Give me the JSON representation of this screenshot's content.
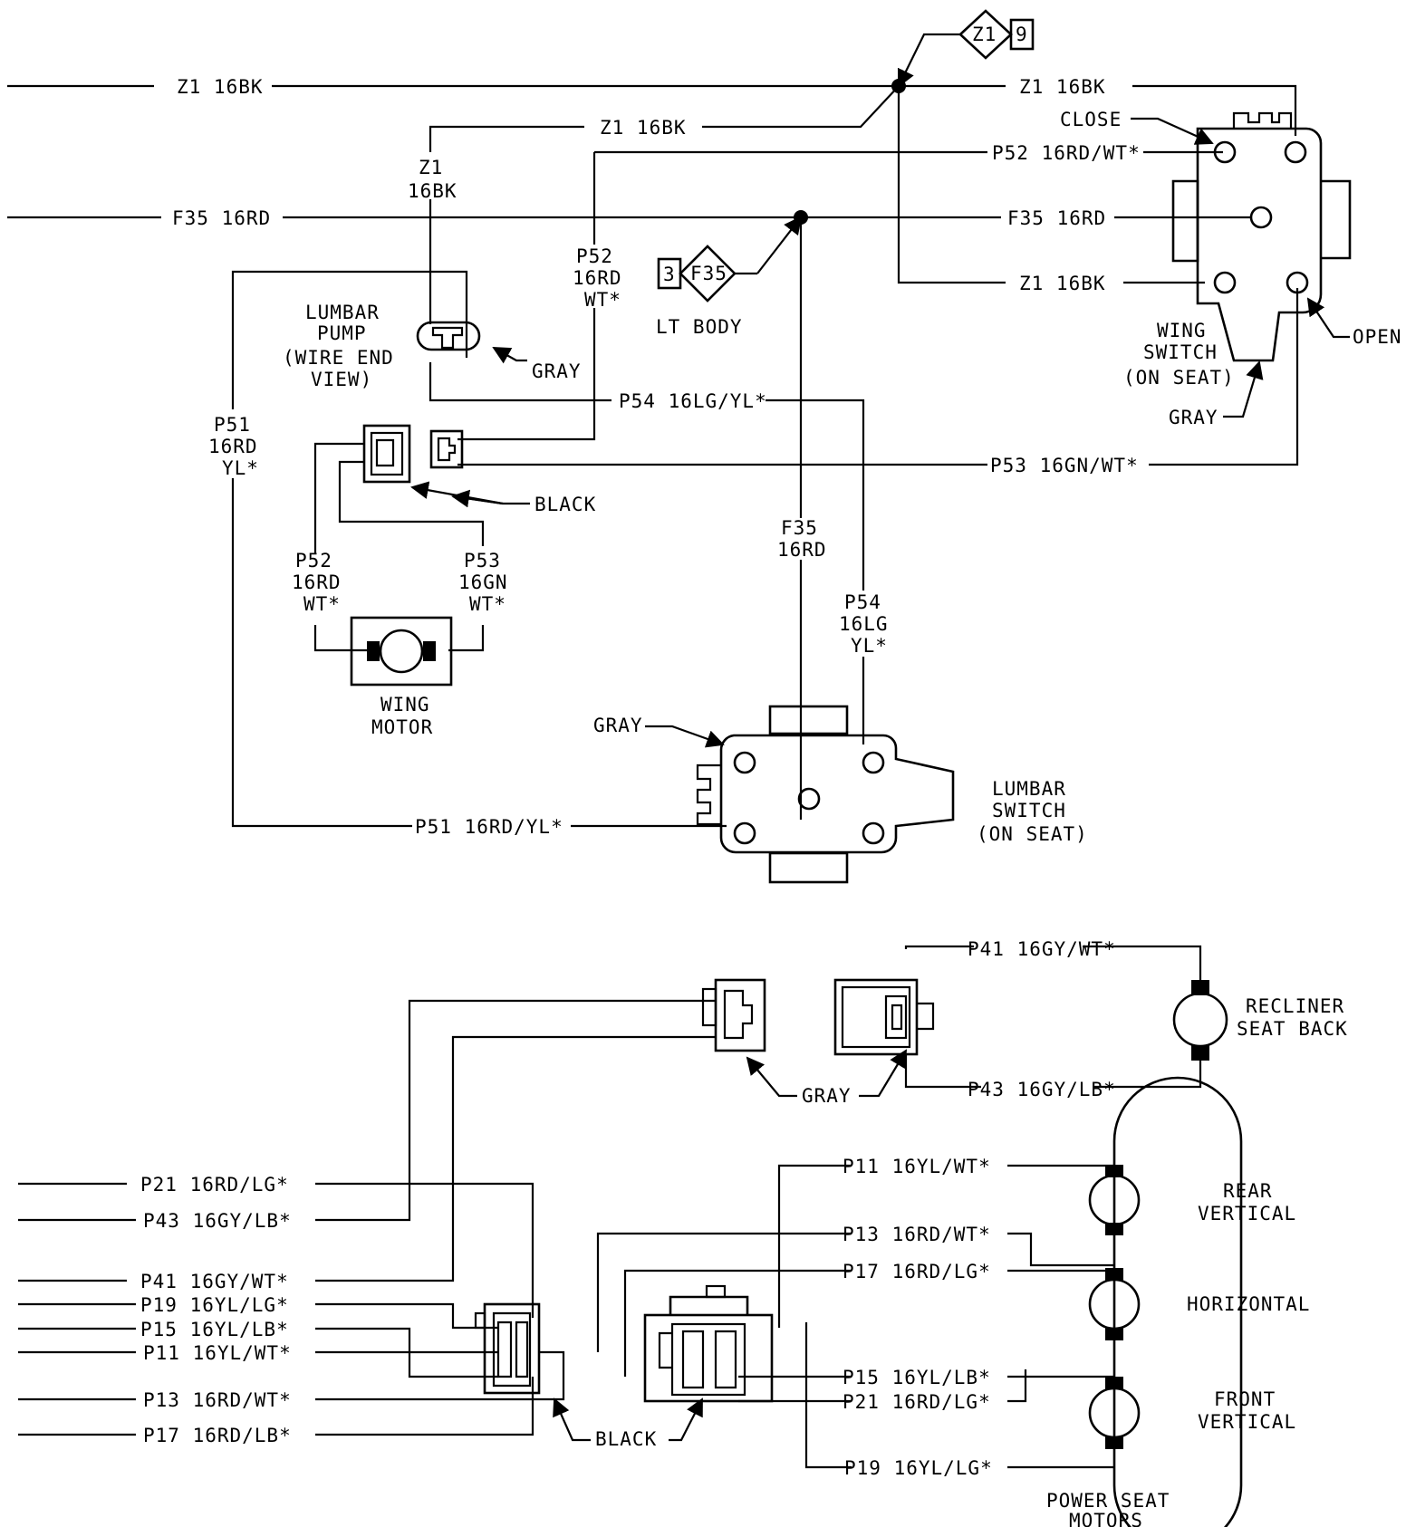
{
  "wires": {
    "z1_16bk": "Z1 16BK",
    "f35_16rd": "F35 16RD",
    "p52_16rd_wt": "P52 16RD/WT*",
    "p53_16gn_wt": "P53 16GN/WT*",
    "p54_16lg_yl": "P54 16LG/YL*",
    "p51_16rd_yl": "P51 16RD/YL*",
    "p41_16gy_wt": "P41 16GY/WT*",
    "p43_16gy_lb": "P43 16GY/LB*",
    "p21_16rd_lg": "P21 16RD/LG*",
    "p19_16yl_lg": "P19 16YL/LG*",
    "p15_16yl_lb": "P15 16YL/LB*",
    "p11_16yl_wt": "P11 16YL/WT*",
    "p13_16rd_wt": "P13 16RD/WT*",
    "p17_16rd_lb": "P17 16RD/LB*",
    "p17_16rd_lg": "P17 16RD/LG*"
  },
  "stacked": {
    "z1": "Z1",
    "b16bk": "16BK",
    "p52": "P52",
    "b16rd": "16RD",
    "wt": "WT*",
    "p51": "P51",
    "yl": "YL*",
    "p53": "P53",
    "b16gn": "16GN",
    "f35": "F35",
    "p54": "P54",
    "b16lg": "16LG"
  },
  "refs": {
    "z1_ref_code": "Z1",
    "z1_ref_page": "9",
    "f35_ref_code": "F35",
    "f35_ref_page": "3",
    "lt_body": "LT BODY"
  },
  "components": {
    "lumbar_pump": [
      "LUMBAR",
      "PUMP",
      "(WIRE END",
      "VIEW)"
    ],
    "wing_switch": [
      "WING",
      "SWITCH",
      "(ON SEAT)"
    ],
    "wing_motor": [
      "WING",
      "MOTOR"
    ],
    "lumbar_switch": [
      "LUMBAR",
      "SWITCH",
      "(ON SEAT)"
    ],
    "recliner": [
      "RECLINER",
      "SEAT BACK"
    ],
    "rear_vertical": [
      "REAR",
      "VERTICAL"
    ],
    "horizontal": "HORIZONTAL",
    "front_vertical": [
      "FRONT",
      "VERTICAL"
    ],
    "power_seat_motors": [
      "POWER SEAT",
      "MOTORS"
    ]
  },
  "callouts": {
    "close": "CLOSE",
    "open": "OPEN",
    "gray": "GRAY",
    "black": "BLACK"
  }
}
